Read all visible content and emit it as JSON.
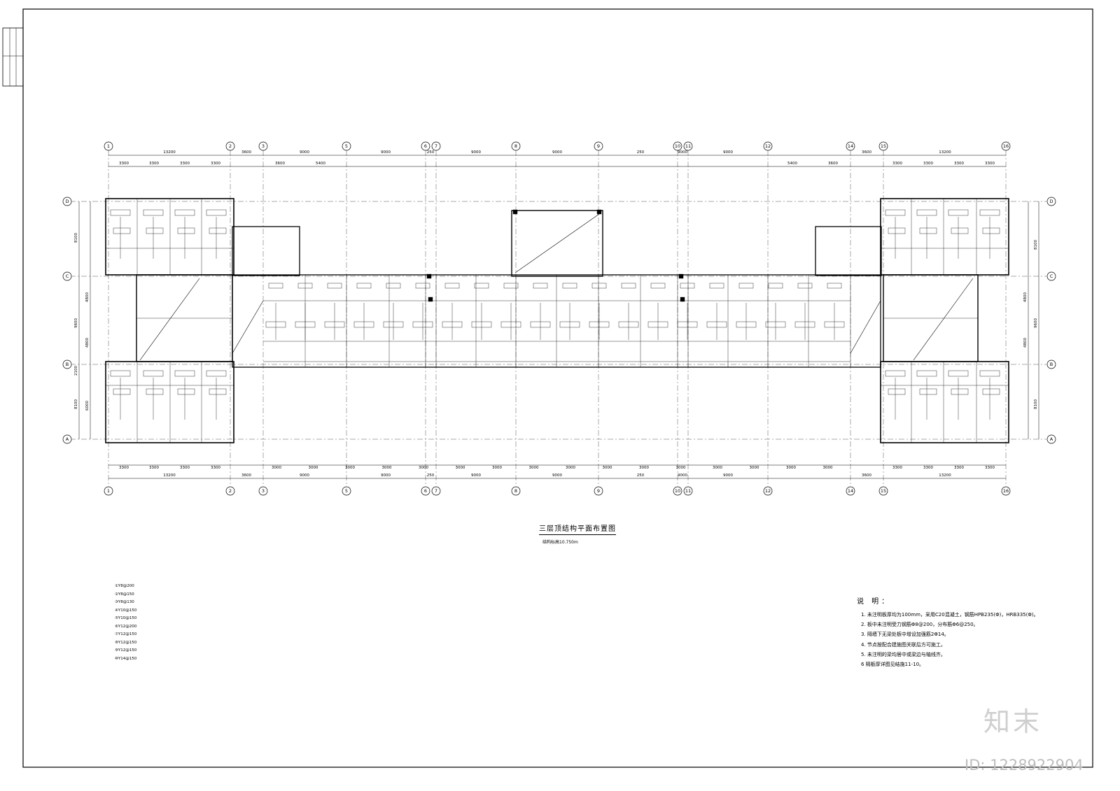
{
  "drawing": {
    "title": "三层顶结构平面布置图",
    "subtitle": "结构标高10.750m"
  },
  "axes_top": [
    "1",
    "2",
    "3",
    "5",
    "6",
    "7",
    "8",
    "9",
    "10",
    "11",
    "12",
    "14",
    "15",
    "16"
  ],
  "axes_side": [
    "D",
    "C",
    "B",
    "A"
  ],
  "dimensions_top_total": [
    "13200",
    "3600",
    "9000",
    "9000",
    "250",
    "9000",
    "9000",
    "250",
    "9000",
    "9000",
    "3600",
    "13200"
  ],
  "dimensions_top_bays": [
    "3300",
    "3300",
    "3300",
    "3300",
    "3600",
    "5400",
    "5400",
    "3600",
    "3300",
    "3300",
    "3300",
    "3300"
  ],
  "dimensions_bottom_total": [
    "13200",
    "3600",
    "9000",
    "9000",
    "250",
    "9000",
    "9000",
    "250",
    "9000",
    "9000",
    "3600",
    "13200"
  ],
  "dimensions_bottom_bays": [
    "3300",
    "3300",
    "3300",
    "3300",
    "3000",
    "3000",
    "3000",
    "3000",
    "3000",
    "3000",
    "3000",
    "3000",
    "3000",
    "3000",
    "3000",
    "3000",
    "3000",
    "3000",
    "3000",
    "3000",
    "3300",
    "3300",
    "3300",
    "3300"
  ],
  "dimensions_left": [
    "8100",
    "9600",
    "2100",
    "8100",
    "4800",
    "4800",
    "6000"
  ],
  "dimensions_right": [
    "8100",
    "9600",
    "8100",
    "4800",
    "4800"
  ],
  "legend": [
    "①Y8@200",
    "②Y8@150",
    "③Y8@130",
    "④Y10@150",
    "⑤Y10@150",
    "⑥Y12@200",
    "⑦Y12@150",
    "⑧Y12@150",
    "⑨Y12@150",
    "⑩Y14@150"
  ],
  "notes_heading": "说 明：",
  "notes": [
    "1.  未注明板厚均为100mm，采用C20混凝土，钢筋HPB235(Φ)，HRB335(Φ)。",
    "2.  板中未注明受力钢筋Φ8@200，分布筋Φ6@250。",
    "3.  隔墙下无梁处板中增设加强筋2Φ14。",
    "4.  节点按配合建施图关联后方可施工。",
    "5.  未注明的梁均居中或梁边与轴线齐。",
    "6  隔板厚详图见结施11-10。"
  ],
  "logo": "知末",
  "image_id": "ID: 1228922904"
}
